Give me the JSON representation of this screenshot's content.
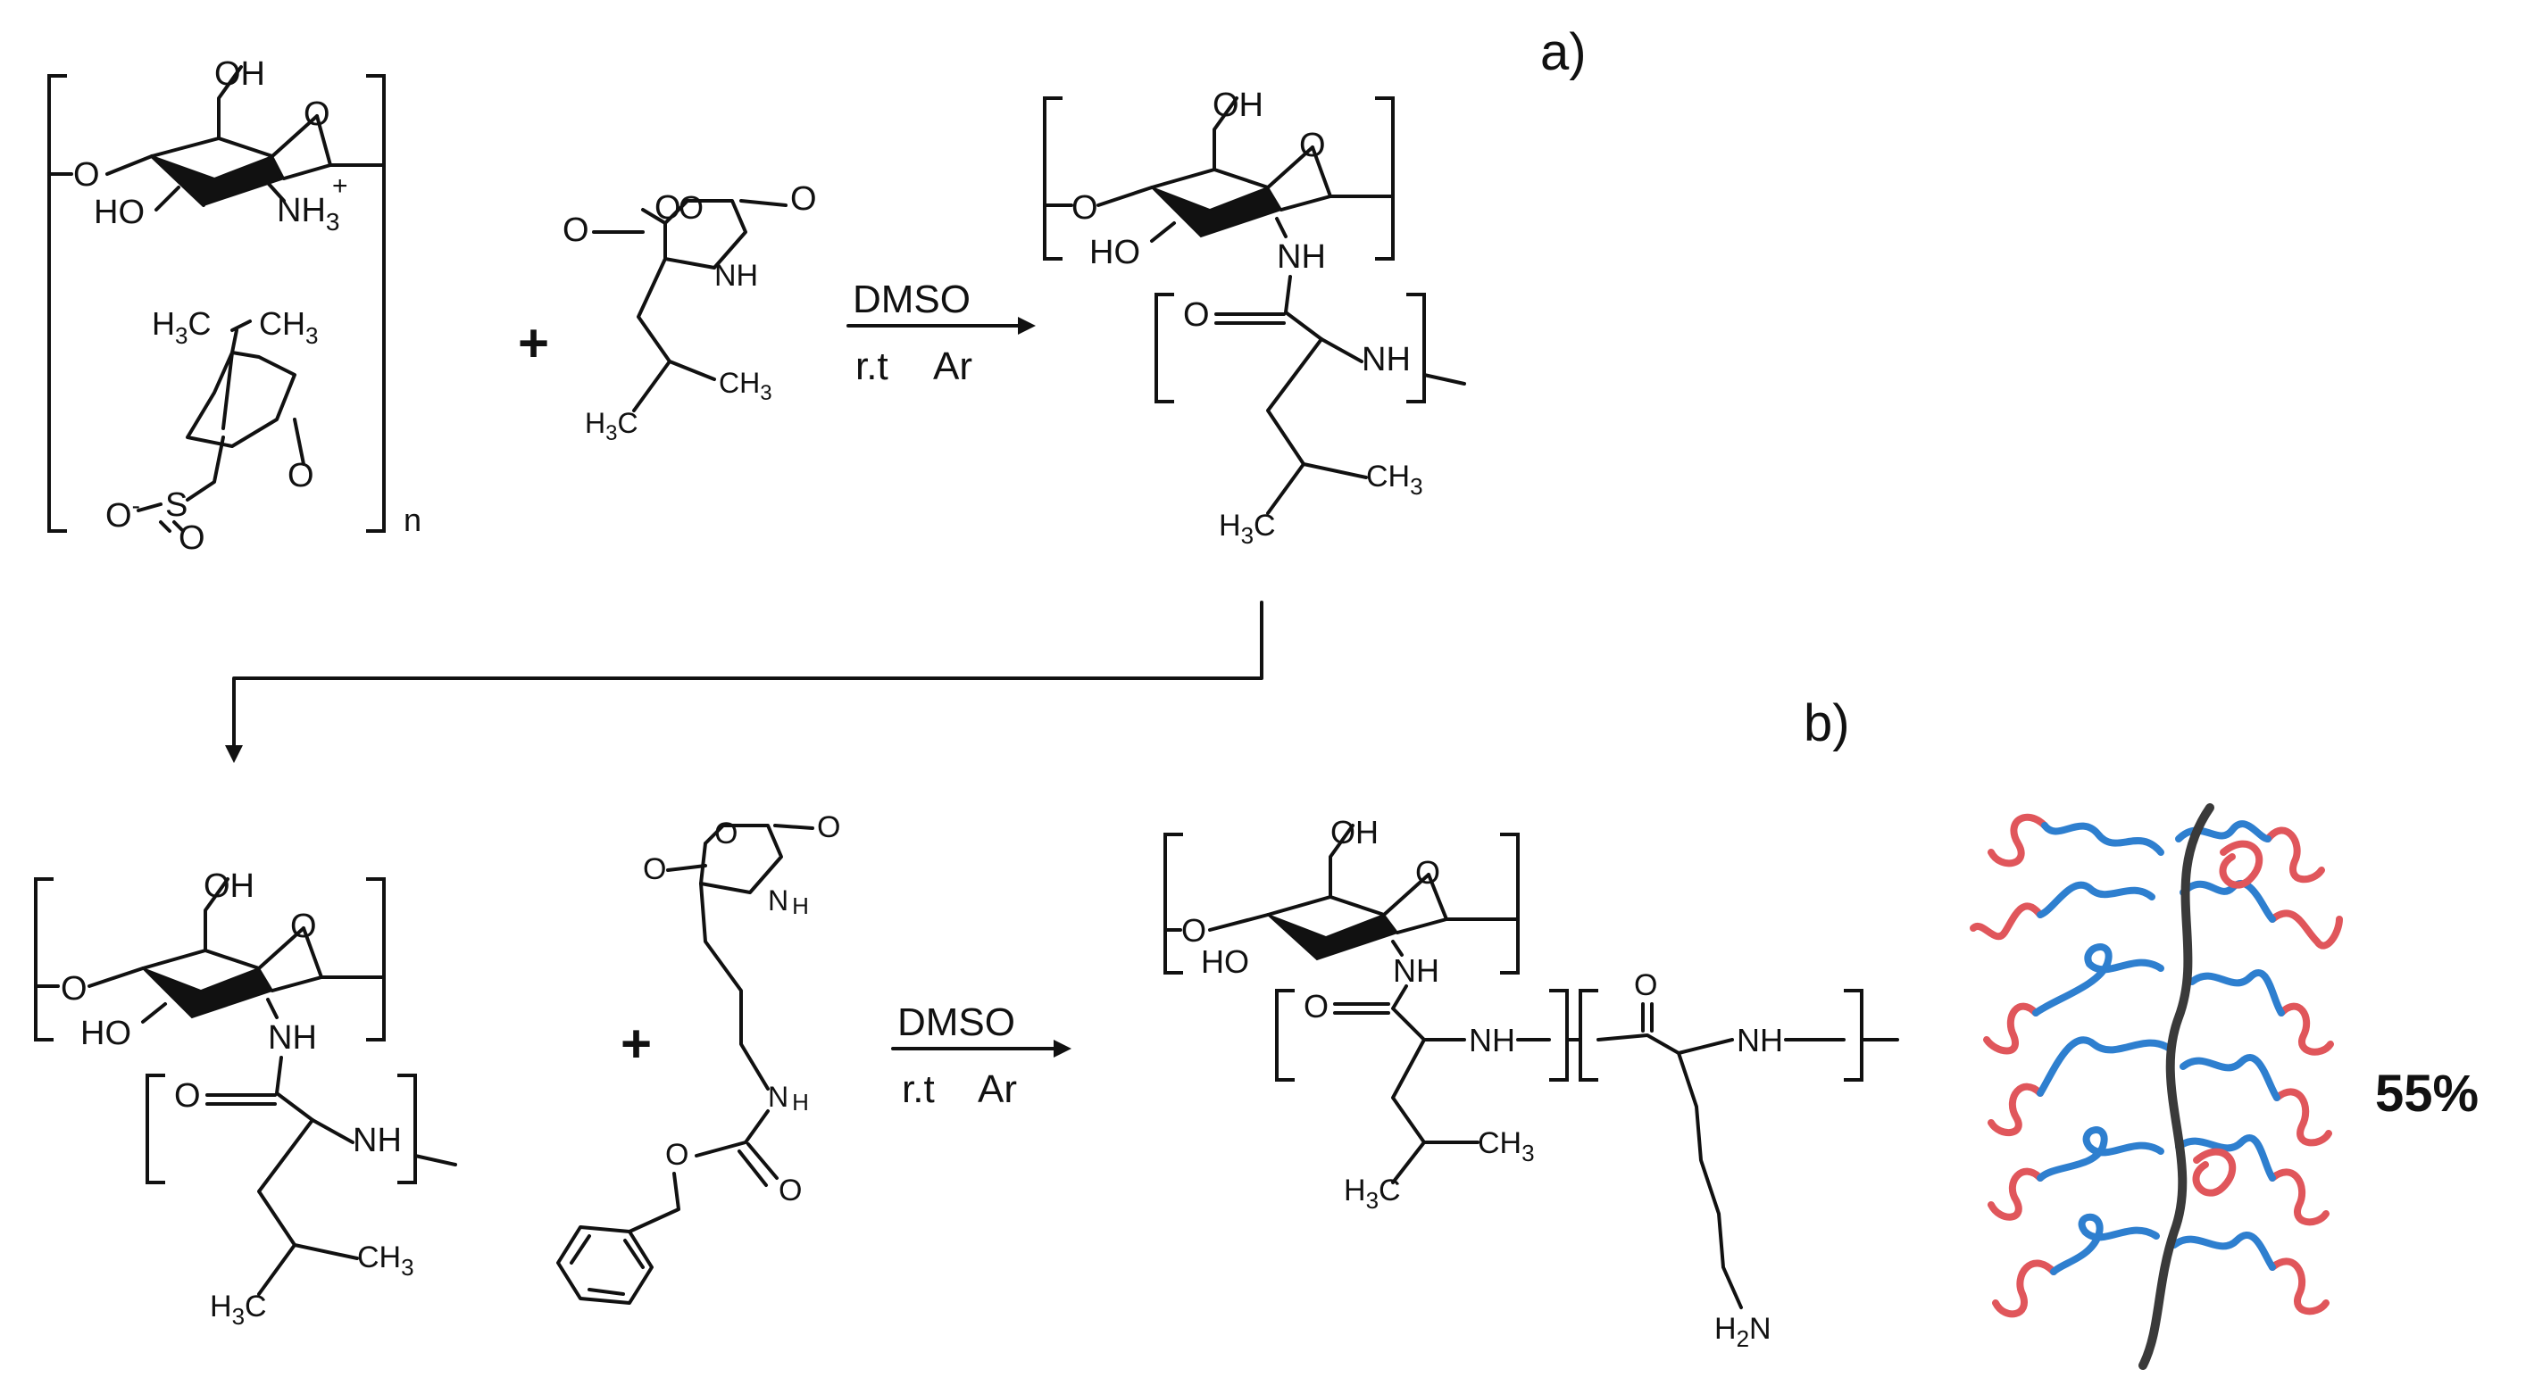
{
  "panels": {
    "a": "a)",
    "b": "b)"
  },
  "reaction": {
    "solvent": "DMSO",
    "conditions_rt": "r.t",
    "conditions_atm": "Ar",
    "plus": "+"
  },
  "atoms": {
    "OH": "OH",
    "O": "O",
    "HO": "HO",
    "NH3": "NH",
    "NH3_sub": "3",
    "plus_charge": "+",
    "NH": "NH",
    "N": "N",
    "H": "H",
    "H3C": "H",
    "H3C_sub": "3",
    "H3C_C": "C",
    "CH3": "CH",
    "CH3_sub": "3",
    "S": "S",
    "O_minus": "O",
    "minus": "-",
    "H2N": "H",
    "H2N_sub": "2",
    "H2N_N": "N",
    "n": "n"
  },
  "yield_label": "55%",
  "colors": {
    "chain": "#3a3a3a",
    "blue": "#2e7fcf",
    "red": "#e0565b",
    "ink": "#111111"
  }
}
